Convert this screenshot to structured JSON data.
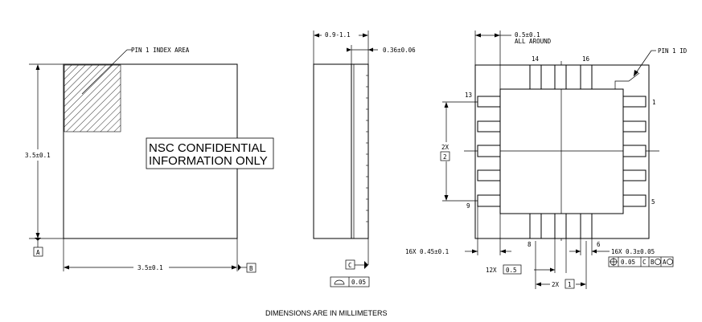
{
  "labels": {
    "pin1_index_area": "PIN 1 INDEX AREA",
    "confidential_line1": "NSC CONFIDENTIAL",
    "confidential_line2": "INFORMATION ONLY",
    "height_dim": "3.5±0.1",
    "width_dim": "3.5±0.1",
    "datum_a": "A",
    "datum_b": "B",
    "side_thickness": "0.9-1.1",
    "side_standoff": "0.36±0.06",
    "datum_c": "C",
    "flatness_value": "0.05",
    "edge_dim_line1": "0.5±0.1",
    "edge_dim_line2": "ALL AROUND",
    "pin1_id": "PIN 1 ID",
    "pin_14": "14",
    "pin_16": "16",
    "pin_13": "13",
    "pin_1": "1",
    "pin_9": "9",
    "pin_5": "5",
    "pin_8": "8",
    "pin_6": "6",
    "count_2x_left": "2X",
    "box_2": "2",
    "pad_length": "16X 0.45±0.1",
    "pad_width": "16X 0.3±0.05",
    "tol_value": "0.05",
    "tol_c": "C",
    "tol_b": "B",
    "tol_a": "A",
    "pitch_count": "12X",
    "pitch_value": "0.5",
    "count_2x_bottom": "2X",
    "box_1": "1",
    "footer": "DIMENSIONS ARE IN MILLIMETERS"
  }
}
